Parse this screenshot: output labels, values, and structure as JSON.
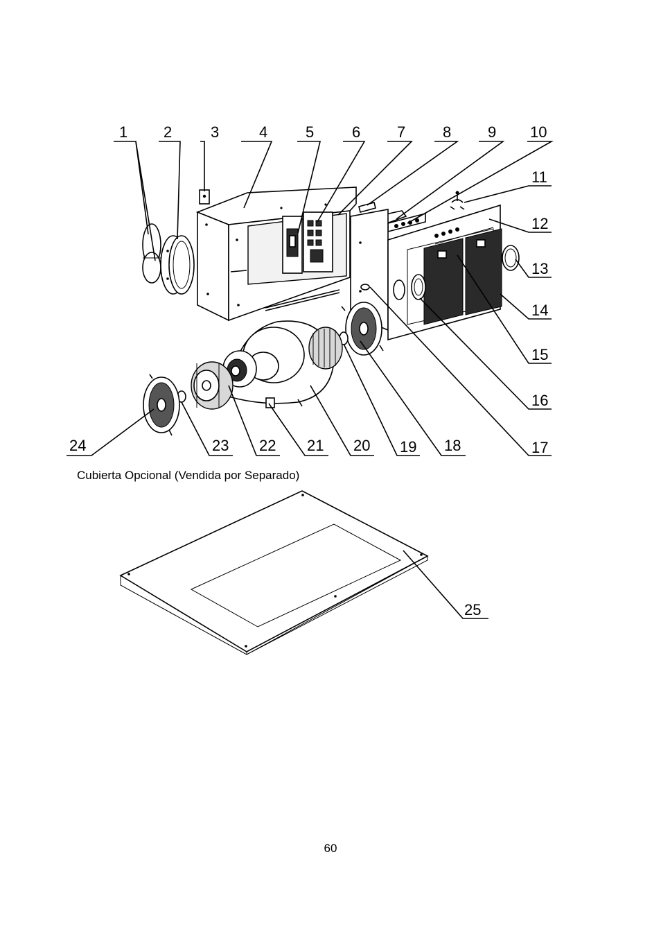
{
  "diagram": {
    "callouts": [
      {
        "label": "1"
      },
      {
        "label": "2"
      },
      {
        "label": "3"
      },
      {
        "label": "4"
      },
      {
        "label": "5"
      },
      {
        "label": "6"
      },
      {
        "label": "7"
      },
      {
        "label": "8"
      },
      {
        "label": "9"
      },
      {
        "label": "10"
      },
      {
        "label": "11"
      },
      {
        "label": "12"
      },
      {
        "label": "13"
      },
      {
        "label": "14"
      },
      {
        "label": "15"
      },
      {
        "label": "16"
      },
      {
        "label": "17"
      },
      {
        "label": "18"
      },
      {
        "label": "19"
      },
      {
        "label": "20"
      },
      {
        "label": "21"
      },
      {
        "label": "22"
      },
      {
        "label": "23"
      },
      {
        "label": "24"
      },
      {
        "label": "25"
      }
    ]
  },
  "caption": "Cubierta Opcional (Vendida por Separado)",
  "page_number": "60"
}
